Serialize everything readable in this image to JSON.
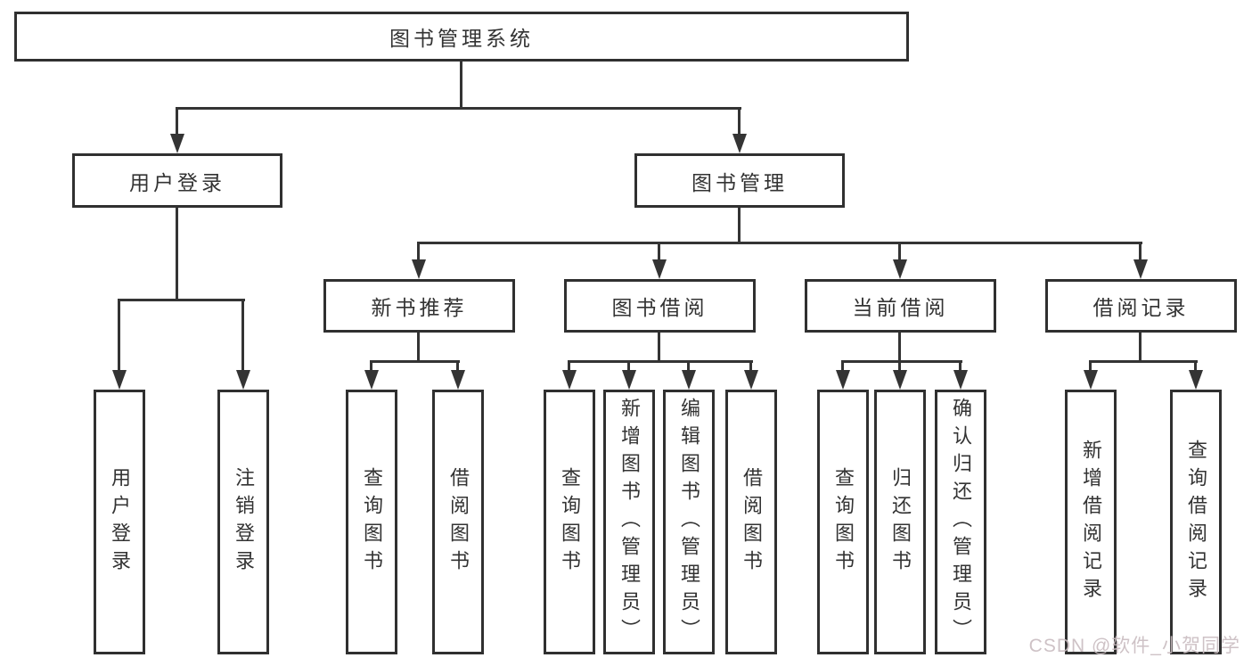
{
  "diagram": {
    "tree": {
      "label": "图书管理系统",
      "children": [
        {
          "label": "用户登录",
          "children": [
            {
              "label": "用户登录"
            },
            {
              "label": "注销登录"
            }
          ]
        },
        {
          "label": "图书管理",
          "children": [
            {
              "label": "新书推荐",
              "children": [
                {
                  "label": "查询图书"
                },
                {
                  "label": "借阅图书"
                }
              ]
            },
            {
              "label": "图书借阅",
              "children": [
                {
                  "label": "查询图书"
                },
                {
                  "label": "新增图书（管理员）"
                },
                {
                  "label": "编辑图书（管理员）"
                },
                {
                  "label": "借阅图书"
                }
              ]
            },
            {
              "label": "当前借阅",
              "children": [
                {
                  "label": "查询图书"
                },
                {
                  "label": "归还图书"
                },
                {
                  "label": "确认归还（管理员）"
                }
              ]
            },
            {
              "label": "借阅记录",
              "children": [
                {
                  "label": "新增借阅记录"
                },
                {
                  "label": "查询借阅记录"
                }
              ]
            }
          ]
        }
      ]
    },
    "colors": {
      "line": "#343434",
      "box_border": "#303030",
      "text": "#333333",
      "background": "#ffffff",
      "watermark": "#c9bcc0"
    }
  },
  "watermark": {
    "text": "CSDN @软件_小贺同学"
  }
}
